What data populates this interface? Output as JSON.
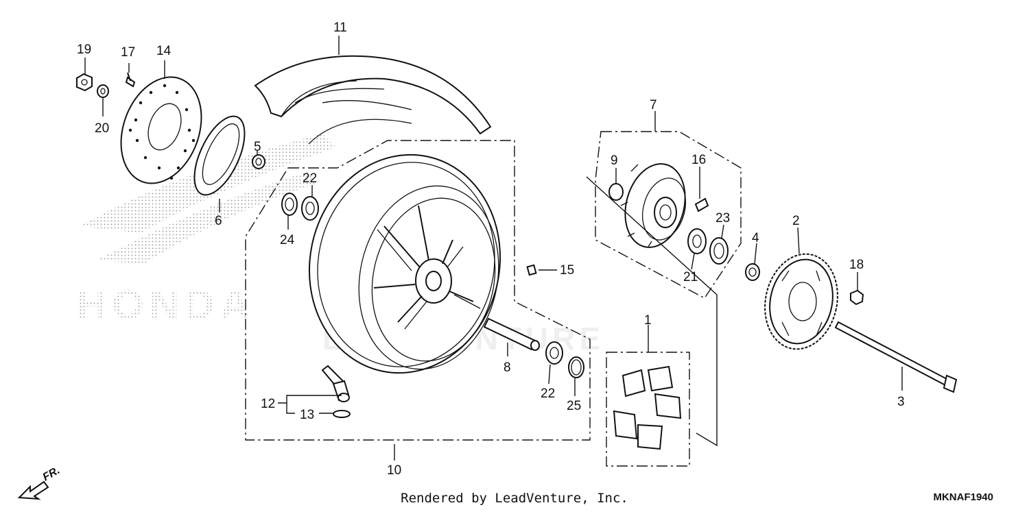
{
  "diagram": {
    "callouts": [
      "1",
      "2",
      "3",
      "4",
      "5",
      "6",
      "7",
      "8",
      "9",
      "10",
      "11",
      "12",
      "13",
      "14",
      "15",
      "16",
      "17",
      "18",
      "19",
      "20",
      "21",
      "22",
      "22",
      "23",
      "24",
      "25"
    ],
    "direction_label": "FR.",
    "watermark_brand": "HONDA",
    "watermark_text": "LEADVENTURE"
  },
  "footer": {
    "rendered_by": "Rendered by LeadVenture, Inc.",
    "diagram_code": "MKNAF1940"
  }
}
